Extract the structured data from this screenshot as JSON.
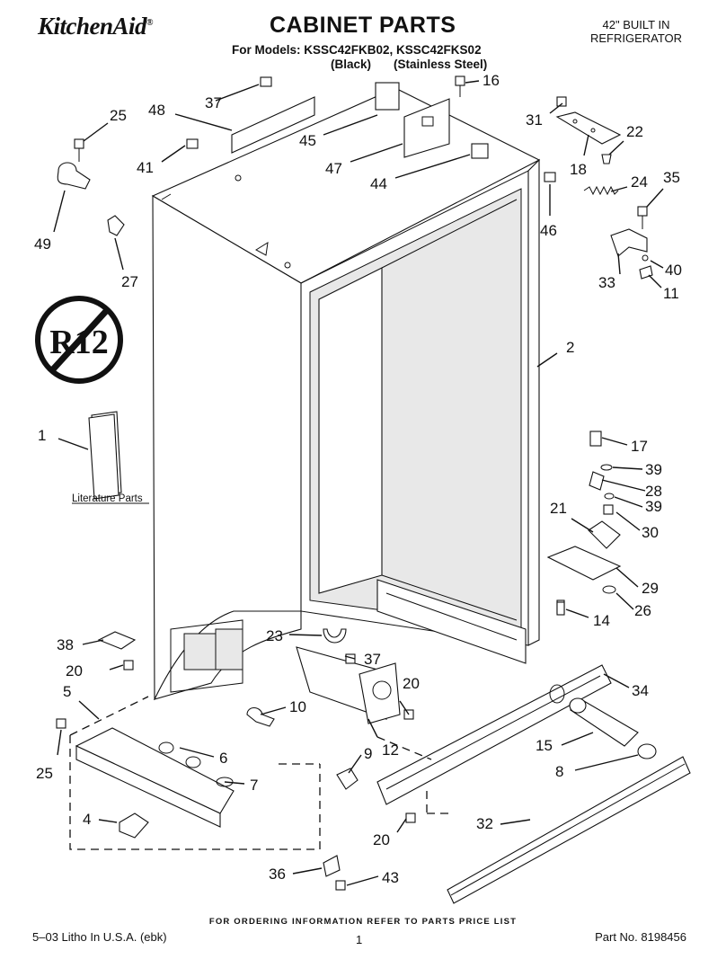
{
  "header": {
    "brand": "KitchenAid",
    "brand_mark": "®",
    "title": "CABINET PARTS",
    "models_line": "For Models: KSSC42FKB02, KSSC42FKS02",
    "variant_black": "(Black)",
    "variant_stainless": "(Stainless Steel)",
    "product_line1": "42\" BUILT IN",
    "product_line2": "REFRIGERATOR"
  },
  "diagram": {
    "literature_label": "Literature Parts",
    "r12_symbol_text": "R12",
    "callouts": {
      "c1": "1",
      "c2": "2",
      "c4": "4",
      "c5": "5",
      "c6": "6",
      "c7": "7",
      "c8": "8",
      "c9": "9",
      "c10": "10",
      "c11": "11",
      "c12": "12",
      "c14": "14",
      "c15": "15",
      "c16": "16",
      "c17": "17",
      "c18": "18",
      "c20a": "20",
      "c20b": "20",
      "c20c": "20",
      "c21": "21",
      "c22": "22",
      "c23": "23",
      "c24": "24",
      "c25a": "25",
      "c25b": "25",
      "c26": "26",
      "c27": "27",
      "c28": "28",
      "c29": "29",
      "c30": "30",
      "c31": "31",
      "c32": "32",
      "c33": "33",
      "c34": "34",
      "c35": "35",
      "c36": "36",
      "c37a": "37",
      "c37b": "37",
      "c38": "38",
      "c39a": "39",
      "c39b": "39",
      "c40": "40",
      "c41": "41",
      "c43": "43",
      "c44": "44",
      "c45": "45",
      "c46": "46",
      "c47": "47",
      "c48": "48",
      "c49": "49"
    }
  },
  "footer": {
    "ordering_note": "FOR ORDERING INFORMATION REFER TO PARTS PRICE LIST",
    "litho": "5–03 Litho In U.S.A. (ebk)",
    "page": "1",
    "part_no": "Part No. 8198456"
  }
}
